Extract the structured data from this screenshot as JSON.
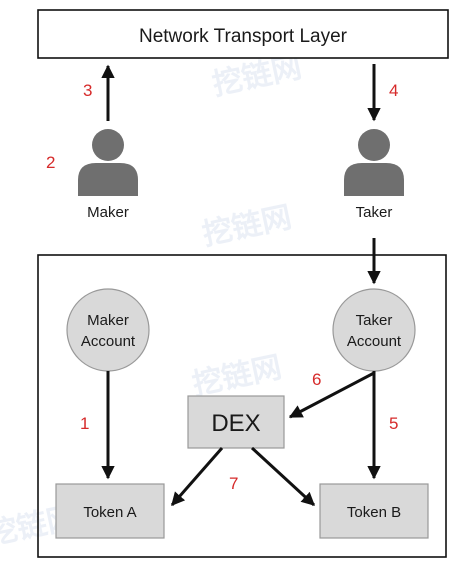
{
  "top_layer": {
    "label": "Network Transport Layer"
  },
  "actors": {
    "maker": {
      "label": "Maker",
      "icon": "person-icon"
    },
    "taker": {
      "label": "Taker",
      "icon": "person-icon"
    }
  },
  "accounts": {
    "maker": {
      "line1": "Maker",
      "line2": "Account"
    },
    "taker": {
      "line1": "Taker",
      "line2": "Account"
    }
  },
  "dex": {
    "label": "DEX"
  },
  "tokens": {
    "a": {
      "label": "Token A"
    },
    "b": {
      "label": "Token B"
    }
  },
  "steps": {
    "s1": "1",
    "s2": "2",
    "s3": "3",
    "s4": "4",
    "s5": "5",
    "s6": "6",
    "s7": "7"
  },
  "watermark": {
    "text": "挖链网"
  },
  "colors": {
    "step_number": "#d62a2a",
    "person": "#6f6f6f",
    "box_fill": "#d9d9d9",
    "circle_fill": "#d9d9d9",
    "stroke": "#111111"
  }
}
